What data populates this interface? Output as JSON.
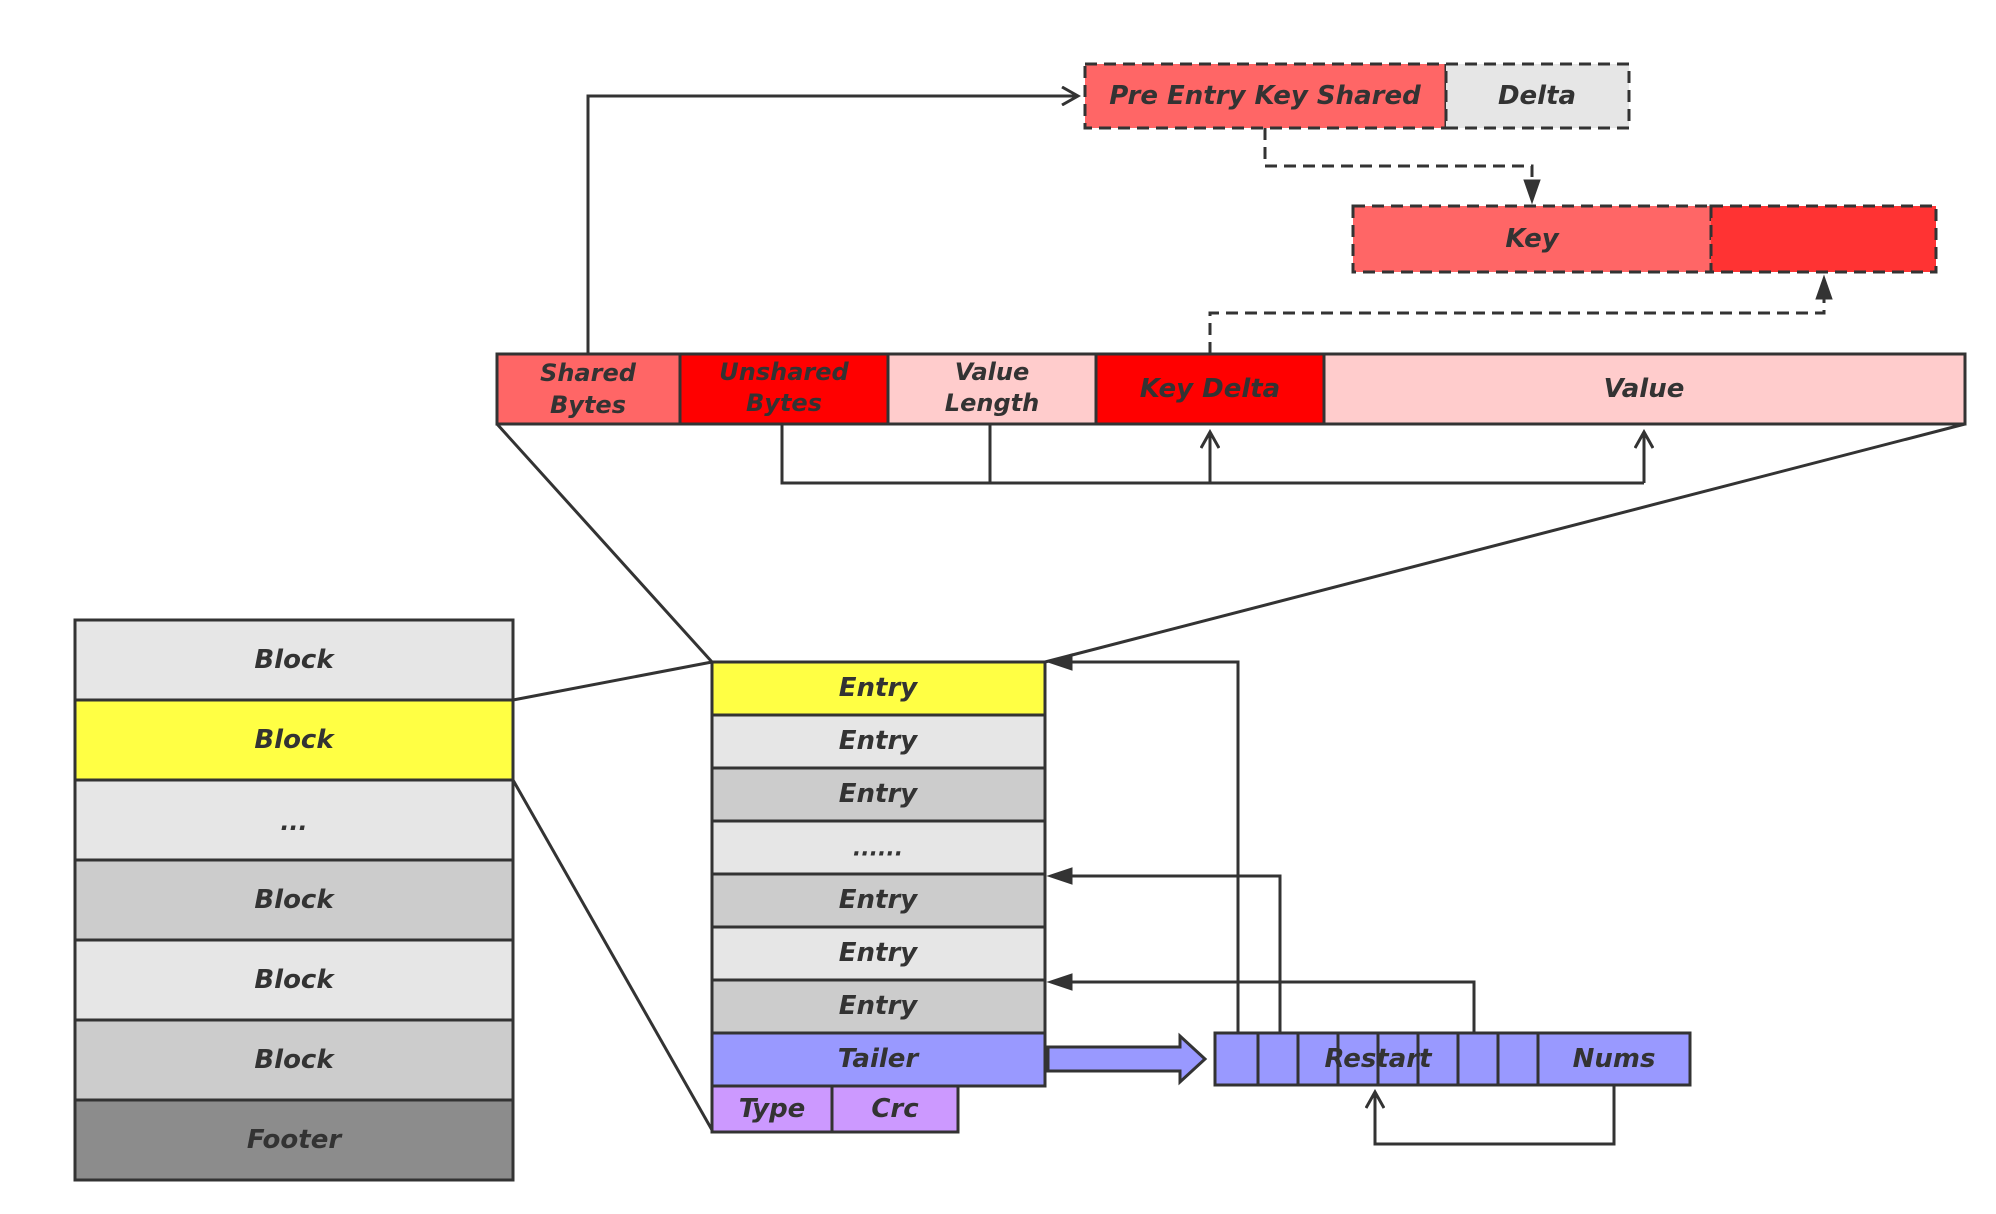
{
  "sstable": {
    "blocks": [
      "Block",
      "Block",
      "...",
      "Block",
      "Block",
      "Block",
      "Footer"
    ]
  },
  "block_detail": {
    "entries": [
      "Entry",
      "Entry",
      "Entry",
      "......",
      "Entry",
      "Entry",
      "Entry"
    ],
    "tailer": "Tailer",
    "type": "Type",
    "crc": "Crc"
  },
  "restart": {
    "label": "Restart",
    "nums": "Nums"
  },
  "entry_detail": {
    "shared_bytes": [
      "Shared",
      "Bytes"
    ],
    "unshared_bytes": [
      "Unshared",
      "Bytes"
    ],
    "value_length": [
      "Value",
      "Length"
    ],
    "key_delta": "Key Delta",
    "value": "Value"
  },
  "key_build": {
    "pre_entry_key_shared": "Pre Entry Key Shared",
    "delta": "Delta",
    "key": "Key"
  },
  "colors": {
    "light_gray": "#e6e6e6",
    "mid_gray": "#cccccc",
    "dark_gray": "#8c8c8c",
    "highlight_yellow": "#ffff44",
    "tailer_blue": "#9999ff",
    "type_purple": "#cc99ff",
    "salmon": "#ff6666",
    "red": "#ff0000",
    "pink": "#ffcccc",
    "bright_red": "#ff3333"
  }
}
